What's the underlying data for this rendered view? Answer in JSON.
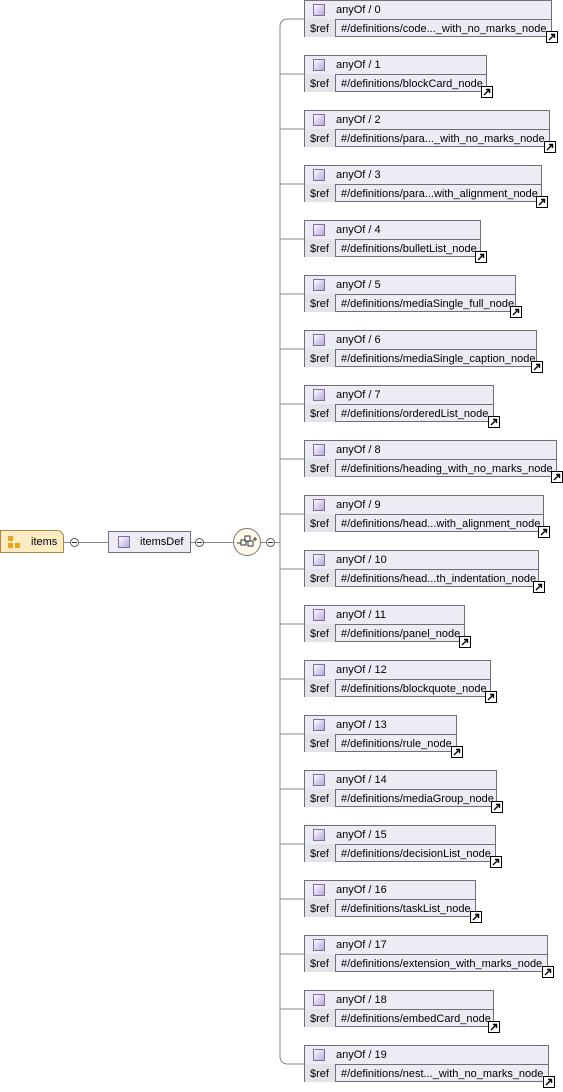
{
  "root": {
    "label": "items",
    "icon": "element-icon"
  },
  "definition": {
    "label": "itemsDef",
    "icon": "type-definition-icon"
  },
  "compositor": {
    "icon": "any-of-compositor-icon"
  },
  "ref_key": "$ref",
  "nodes": [
    {
      "title": "anyOf / 0",
      "ref": "#/definitions/code..._with_no_marks_node"
    },
    {
      "title": "anyOf / 1",
      "ref": "#/definitions/blockCard_node"
    },
    {
      "title": "anyOf / 2",
      "ref": "#/definitions/para..._with_no_marks_node"
    },
    {
      "title": "anyOf / 3",
      "ref": "#/definitions/para...with_alignment_node"
    },
    {
      "title": "anyOf / 4",
      "ref": "#/definitions/bulletList_node"
    },
    {
      "title": "anyOf / 5",
      "ref": "#/definitions/mediaSingle_full_node"
    },
    {
      "title": "anyOf / 6",
      "ref": "#/definitions/mediaSingle_caption_node"
    },
    {
      "title": "anyOf / 7",
      "ref": "#/definitions/orderedList_node"
    },
    {
      "title": "anyOf / 8",
      "ref": "#/definitions/heading_with_no_marks_node"
    },
    {
      "title": "anyOf / 9",
      "ref": "#/definitions/head...with_alignment_node"
    },
    {
      "title": "anyOf / 10",
      "ref": "#/definitions/head...th_indentation_node"
    },
    {
      "title": "anyOf / 11",
      "ref": "#/definitions/panel_node"
    },
    {
      "title": "anyOf / 12",
      "ref": "#/definitions/blockquote_node"
    },
    {
      "title": "anyOf / 13",
      "ref": "#/definitions/rule_node"
    },
    {
      "title": "anyOf / 14",
      "ref": "#/definitions/mediaGroup_node"
    },
    {
      "title": "anyOf / 15",
      "ref": "#/definitions/decisionList_node"
    },
    {
      "title": "anyOf / 16",
      "ref": "#/definitions/taskList_node"
    },
    {
      "title": "anyOf / 17",
      "ref": "#/definitions/extension_with_marks_node"
    },
    {
      "title": "anyOf / 18",
      "ref": "#/definitions/embedCard_node"
    },
    {
      "title": "anyOf / 19",
      "ref": "#/definitions/nest..._with_no_marks_node"
    }
  ]
}
